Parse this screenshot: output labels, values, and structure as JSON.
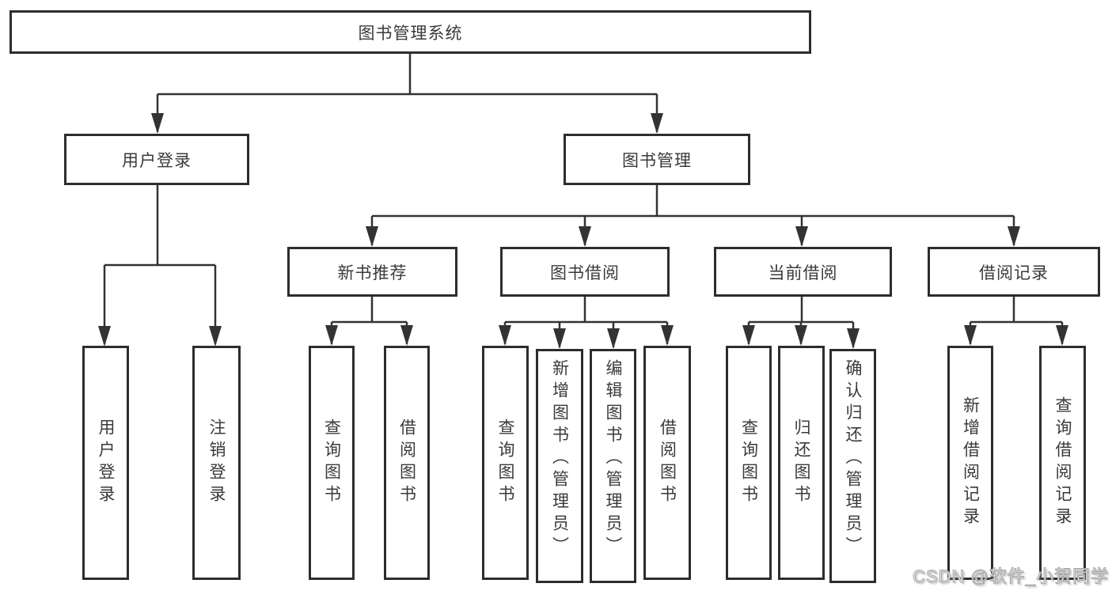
{
  "diagram": {
    "title_node": {
      "label": "图书管理系统"
    },
    "level2": [
      {
        "label": "用户登录"
      },
      {
        "label": "图书管理"
      }
    ],
    "level3": [
      {
        "label": "新书推荐"
      },
      {
        "label": "图书借阅"
      },
      {
        "label": "当前借阅"
      },
      {
        "label": "借阅记录"
      }
    ],
    "leaves": [
      {
        "parent": "用户登录",
        "label": "用户登录"
      },
      {
        "parent": "用户登录",
        "label": "注销登录"
      },
      {
        "parent": "新书推荐",
        "label": "查询图书"
      },
      {
        "parent": "新书推荐",
        "label": "借阅图书"
      },
      {
        "parent": "图书借阅",
        "label": "查询图书"
      },
      {
        "parent": "图书借阅",
        "label": "新增图书（管理员）"
      },
      {
        "parent": "图书借阅",
        "label": "编辑图书（管理员）"
      },
      {
        "parent": "图书借阅",
        "label": "借阅图书"
      },
      {
        "parent": "当前借阅",
        "label": "查询图书"
      },
      {
        "parent": "当前借阅",
        "label": "归还图书"
      },
      {
        "parent": "当前借阅",
        "label": "确认归还（管理员）"
      },
      {
        "parent": "借阅记录",
        "label": "新增借阅记录"
      },
      {
        "parent": "借阅记录",
        "label": "查询借阅记录"
      }
    ]
  },
  "colors": {
    "box_border": "#2d2d2d",
    "line": "#333333",
    "text": "#3a3a3a",
    "background": "#ffffff",
    "watermark_fill": "#f6f4f4",
    "watermark_outline": "#a8a2a2"
  },
  "watermark": {
    "text": "CSDN @软件_小贺同学"
  }
}
